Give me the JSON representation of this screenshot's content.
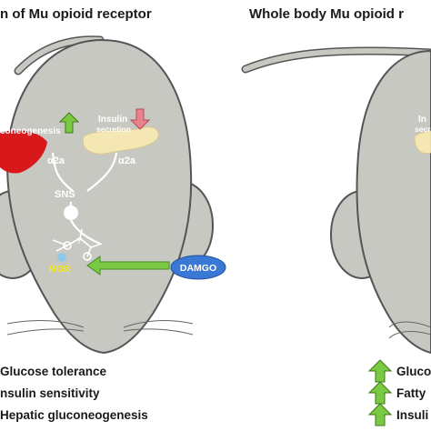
{
  "left_panel": {
    "title": "n of Mu opioid receptor",
    "labels": {
      "gluconeogenesis": "coneogenesis",
      "insulin_secretion_line1": "Insulin",
      "insulin_secretion_line2": "secretion",
      "alpha_left": "α2a",
      "alpha_right": "α2a",
      "sns": "SNS",
      "mor": "MOR",
      "question": "?",
      "damgo": "DAMGO"
    },
    "outcomes": [
      "Glucose tolerance",
      "nsulin sensitivity",
      "Hepatic gluconeogenesis"
    ]
  },
  "right_panel": {
    "title": "Whole body Mu opioid r",
    "labels": {
      "insulin_secretion_line1": "In",
      "insulin_secretion_line2": "secre"
    },
    "outcomes": [
      "Gluco",
      "Fatty",
      "Insuli"
    ]
  },
  "colors": {
    "mouse_fill": "#c7c8c2",
    "mouse_stroke": "#555555",
    "liver": "#d7191c",
    "pancreas": "#f4e7b4",
    "arrow_up": "#7ac943",
    "arrow_down": "#e8828c",
    "damgo_fill": "#3a78d6"
  }
}
